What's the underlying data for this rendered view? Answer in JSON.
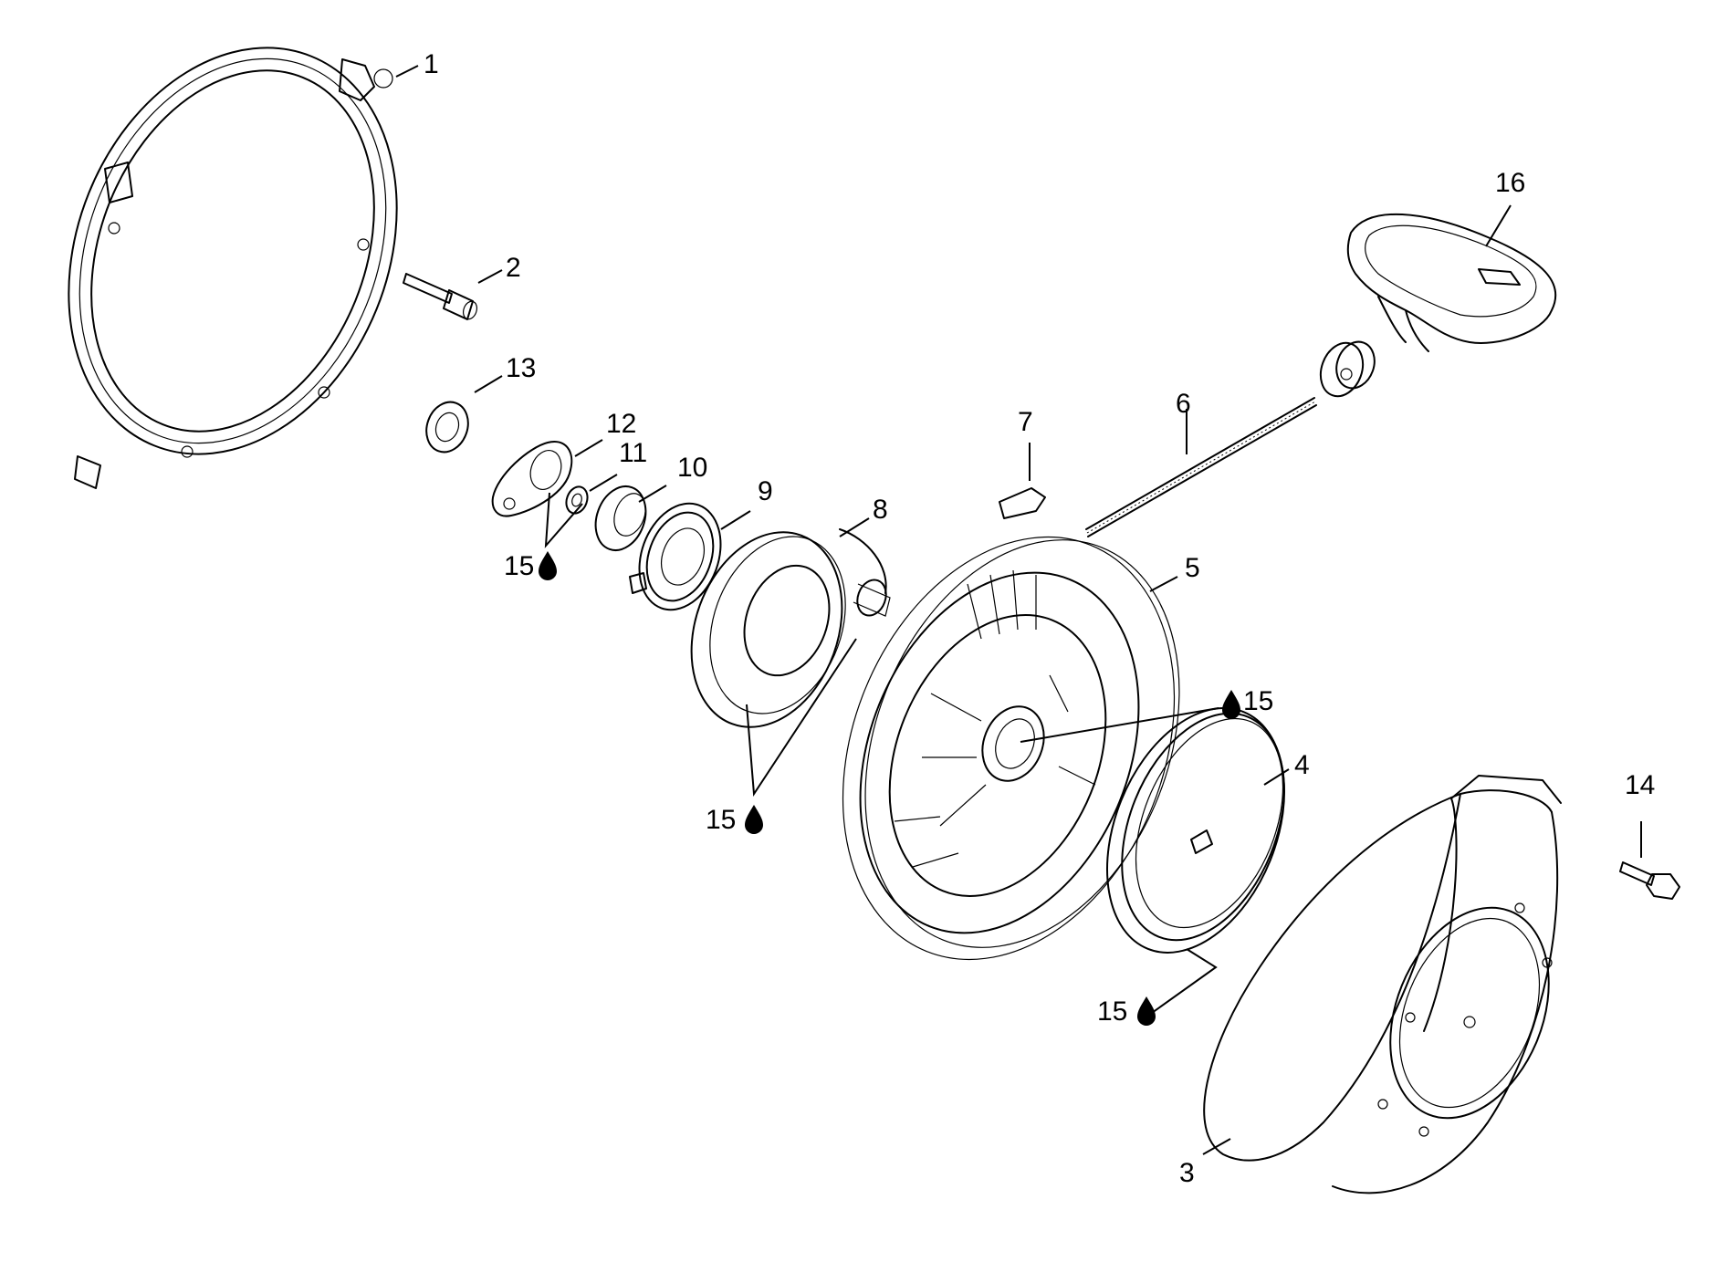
{
  "callouts": {
    "c1": "1",
    "c2": "2",
    "c3": "3",
    "c4": "4",
    "c5": "5",
    "c6": "6",
    "c7": "7",
    "c8": "8",
    "c9": "9",
    "c10": "10",
    "c11": "11",
    "c12": "12",
    "c13": "13",
    "c14": "14",
    "c16": "16",
    "c15a": "15",
    "c15b": "15",
    "c15c": "15",
    "c15d": "15"
  },
  "icons": {
    "lubricant": "oil-drop-icon"
  },
  "colors": {
    "line": "#000000",
    "background": "#ffffff"
  }
}
